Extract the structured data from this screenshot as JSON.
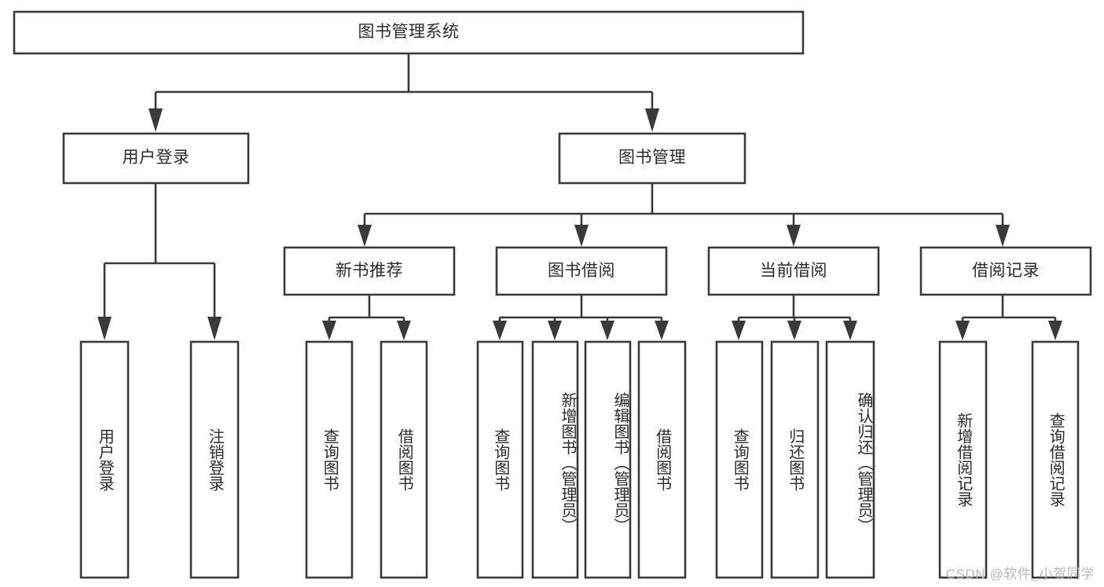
{
  "diagram": {
    "type": "tree",
    "title": "图书管理系统",
    "watermark": "CSDN @软件_小贺同学",
    "colors": {
      "stroke": "#3a3a3a",
      "box_fill": "#ffffff",
      "text": "#2b2b2b",
      "background": "#ffffff",
      "watermark": "#b9b9b9"
    },
    "nodes": {
      "root": "图书管理系统",
      "level2": {
        "user_login": "用户登录",
        "book_manage": "图书管理"
      },
      "level3": {
        "new_book_recommend": "新书推荐",
        "book_borrow": "图书借阅",
        "current_borrow": "当前借阅",
        "borrow_record": "借阅记录"
      },
      "leaves": {
        "user_login_1": "用户登录",
        "user_login_2": "注销登录",
        "recommend_1": "查询图书",
        "recommend_2": "借阅图书",
        "borrow_1": "查询图书",
        "borrow_2": "新增图书（管理员）",
        "borrow_3": "编辑图书（管理员）",
        "borrow_4": "借阅图书",
        "current_1": "查询图书",
        "current_2": "归还图书",
        "current_3": "确认归还（管理员）",
        "record_1": "新增借阅记录",
        "record_2": "查询借阅记录"
      }
    }
  }
}
